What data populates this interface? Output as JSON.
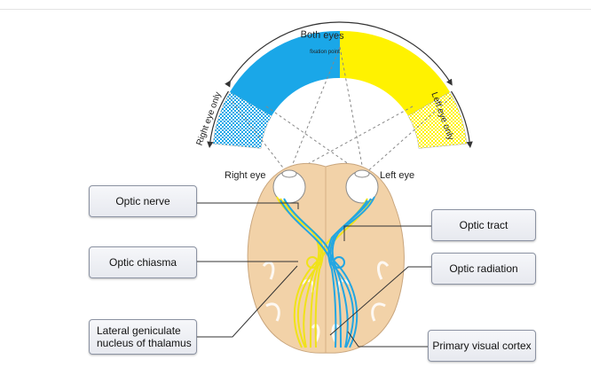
{
  "diagram": {
    "top_label": "Both eyes",
    "fixation_label": "fixation point",
    "right_eye_only": "Right eye only",
    "left_eye_only": "Left eye only",
    "right_eye": "Right eye",
    "left_eye": "Left eye"
  },
  "labels": {
    "optic_nerve": "Optic nerve",
    "optic_chiasma": "Optic chiasma",
    "lgn_line1": "Lateral geniculate",
    "lgn_line2": "nucleus of thalamus",
    "optic_tract": "Optic tract",
    "optic_radiation": "Optic radiation",
    "primary_visual_cortex": "Primary visual cortex"
  },
  "colors": {
    "right_field": "#1aa7e8",
    "left_field": "#fff200",
    "brain": "#f2d2a8",
    "yellow_path": "#f0e21a",
    "blue_path": "#23a6e2"
  }
}
